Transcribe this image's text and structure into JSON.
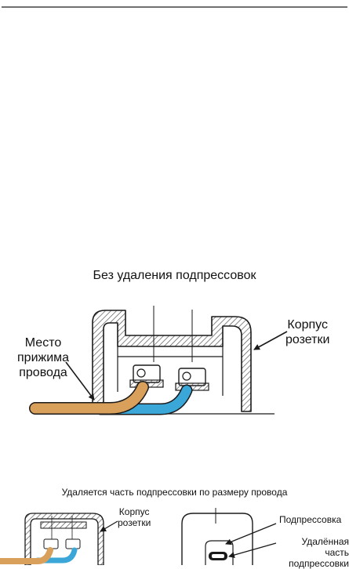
{
  "colors": {
    "ink": "#1a1a1a",
    "hatch": "#555555",
    "wire_orange": "#d9a05b",
    "wire_blue": "#3aa7d8"
  },
  "caption_top": "Без удаления подпрессовок",
  "caption_bottom": "Удаляется часть подпрессовки по размеру провода",
  "main_figure": {
    "label_left": [
      "Место",
      "прижима",
      "провода"
    ],
    "label_right": [
      "Корпус",
      "розетки"
    ]
  },
  "small_left_figure": {
    "label": [
      "Корпус",
      "розетки"
    ]
  },
  "small_right_figure": {
    "label_insert": "Подпрессовка",
    "label_removed": [
      "Удалённая часть",
      "подпрессовки"
    ]
  }
}
